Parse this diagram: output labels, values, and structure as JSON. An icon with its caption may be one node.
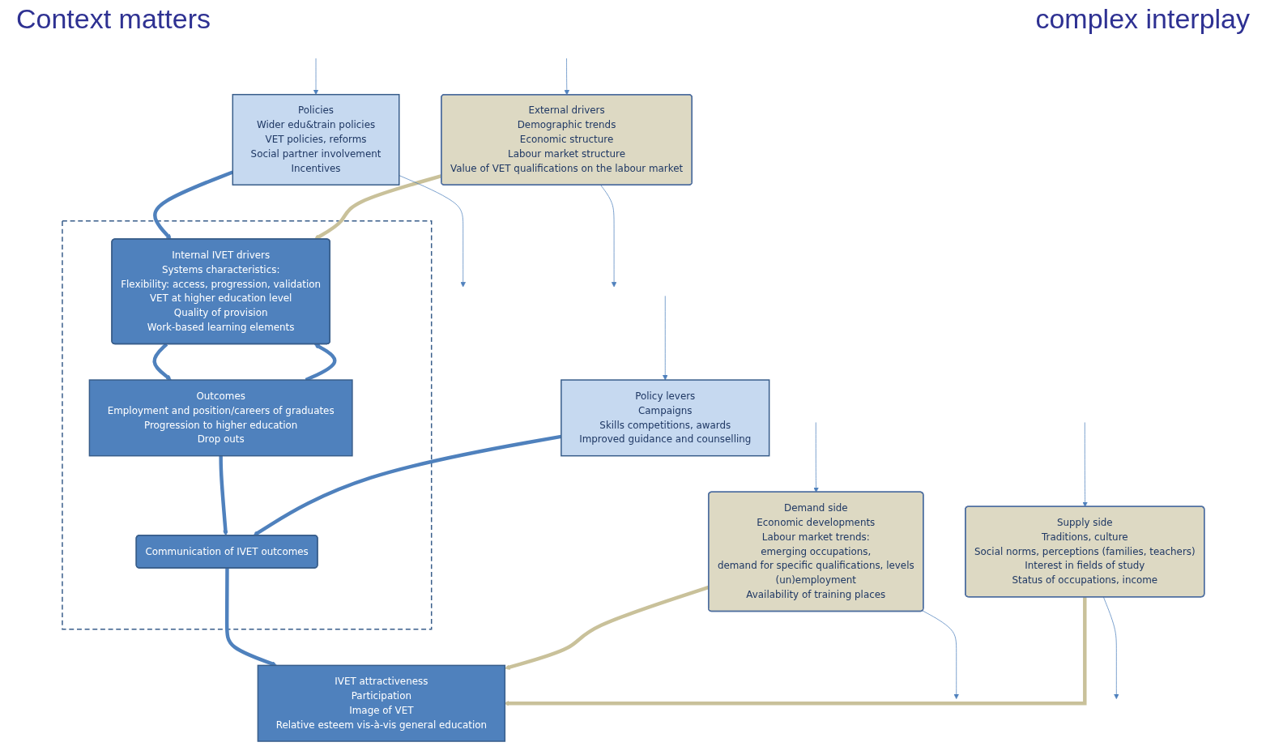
{
  "diagram": {
    "nodes": [
      {
        "text": [
          "Policies",
          "Wider edu&train policies",
          "VET policies, reforms",
          "Social partner involvement",
          "Incentives"
        ]
      },
      {
        "text": [],
        "shape": "box"
      },
      {
        "text": [
          "Internal IVET drivers",
          "Systems characteristics:",
          "Flexibility: access, progression, validation",
          "VET at  higher education level",
          "Quality of provision",
          "Work-based learning elements"
        ],
        "in": 1
      },
      {
        "text": [
          "External drivers",
          "Demographic trends",
          "Economic structure",
          "Labour market structure",
          "Value of VET qualifications on the labour market"
        ]
      },
      {
        "text": [
          "Outcomes",
          "Employment and position/careers of graduates",
          "Progression to higher education",
          "Drop outs"
        ],
        "in": 1
      },
      {
        "text": [
          "Demand side",
          "Economic developments",
          "Labour market trends:",
          "emerging occupations,",
          "demand for specific qualifications, levels",
          "(un)employment",
          "Availability of training places"
        ]
      },
      {
        "text": [
          "Policy levers",
          "Campaigns",
          "Skills competitions, awards",
          "Improved guidance and counselling"
        ]
      },
      {
        "text": [
          "Communication of IVET outcomes"
        ],
        "in": 1
      },
      {
        "text": [
          "Supply side",
          "Traditions, culture",
          "Social norms, perceptions (families, teachers)",
          "Interest in fields of study",
          "Status of occupations, income"
        ]
      },
      {
        "text": [
          "IVET attractiveness",
          "Participation",
          "Image of VET",
          "Relative esteem vis-à-vis general education"
        ]
      }
    ],
    "edges": [
      {
        "from": 0,
        "to": 2,
        "arrow": "to",
        "style": "thick"
      },
      {
        "from": 3,
        "to": 2,
        "arrow": "to",
        "style": "thick",
        "color": "#c9c19a"
      },
      {
        "from": 2,
        "to": 4,
        "arrow": "to",
        "style": "thick"
      },
      {
        "from": 4,
        "to": 2,
        "arrow": "to",
        "style": "thick"
      },
      {
        "from": 4,
        "to": 7,
        "arrow": "to",
        "style": "thick"
      },
      {
        "from": 6,
        "to": 7,
        "arrow": "to",
        "style": "thick"
      },
      {
        "from": 7,
        "to": 9,
        "arrow": "to",
        "style": "thick"
      },
      {
        "from": 5,
        "to": 9,
        "arrow": "to",
        "style": "thick",
        "color": "#c9c19a"
      },
      {
        "from": 8,
        "to": 9,
        "arrow": "to",
        "style": "thick",
        "color": "#c9c19a"
      },
      {
        "from": null,
        "to": 0,
        "arrow": "to"
      },
      {
        "from": 0,
        "to": null,
        "arrow": "to"
      },
      {
        "from": null,
        "to": 6,
        "arrow": "to"
      },
      {
        "from": 3,
        "to": null,
        "arrow": "to"
      },
      {
        "from": null,
        "to": 3,
        "arrow": "to"
      },
      {
        "from": 5,
        "to": null,
        "arrow": "to"
      },
      {
        "from": null,
        "to": 5,
        "arrow": "to"
      },
      {
        "from": 8,
        "to": null,
        "arrow": "to"
      },
      {
        "from": null,
        "to": 8,
        "arrow": "to"
      }
    ],
    "labels": [
      "Context matters",
      "complex interplay"
    ]
  }
}
